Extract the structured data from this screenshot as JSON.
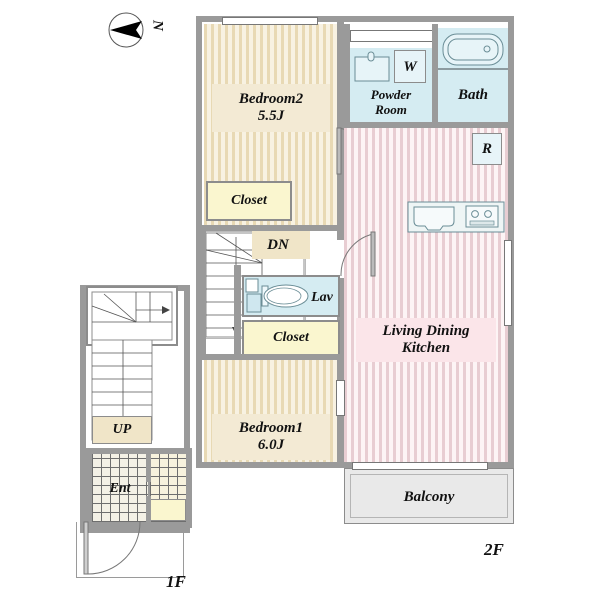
{
  "plan": {
    "compass": {
      "label": "N",
      "icon": "compass-north-arrow"
    },
    "floor_labels": {
      "second": "2F",
      "first": "1F"
    },
    "colors": {
      "wall": "#9a9a9a",
      "wood_floor": "#f4ecd8",
      "ldk_floor": "#fbeef0",
      "water_area": "#d5ecf2",
      "closet": "#faf6cf",
      "balcony": "#e9e9e9"
    }
  },
  "second_floor": {
    "rooms": [
      {
        "name": "bedroom2",
        "label": "Bedroom2",
        "area": "5.5J"
      },
      {
        "name": "bedroom1",
        "label": "Bedroom1",
        "area": "6.0J"
      },
      {
        "name": "living-dining-kitchen",
        "label_line1": "Living Dining",
        "label_line2": "Kitchen"
      },
      {
        "name": "powder-room",
        "label_line1": "Powder",
        "label_line2": "Room"
      },
      {
        "name": "bath",
        "label": "Bath"
      },
      {
        "name": "lavatory",
        "label": "Lav"
      },
      {
        "name": "balcony",
        "label": "Balcony"
      }
    ],
    "closets": [
      {
        "name": "closet-bedroom2",
        "label": "Closet"
      },
      {
        "name": "closet-hall",
        "label": "Closet"
      }
    ],
    "appliances": [
      {
        "name": "washer",
        "label": "W"
      },
      {
        "name": "refrigerator",
        "label": "R"
      }
    ],
    "stairs": {
      "label": "DN",
      "direction": "down"
    }
  },
  "first_floor": {
    "stairs": {
      "label": "UP",
      "direction": "up"
    },
    "entrance": {
      "label": "Ent"
    }
  }
}
